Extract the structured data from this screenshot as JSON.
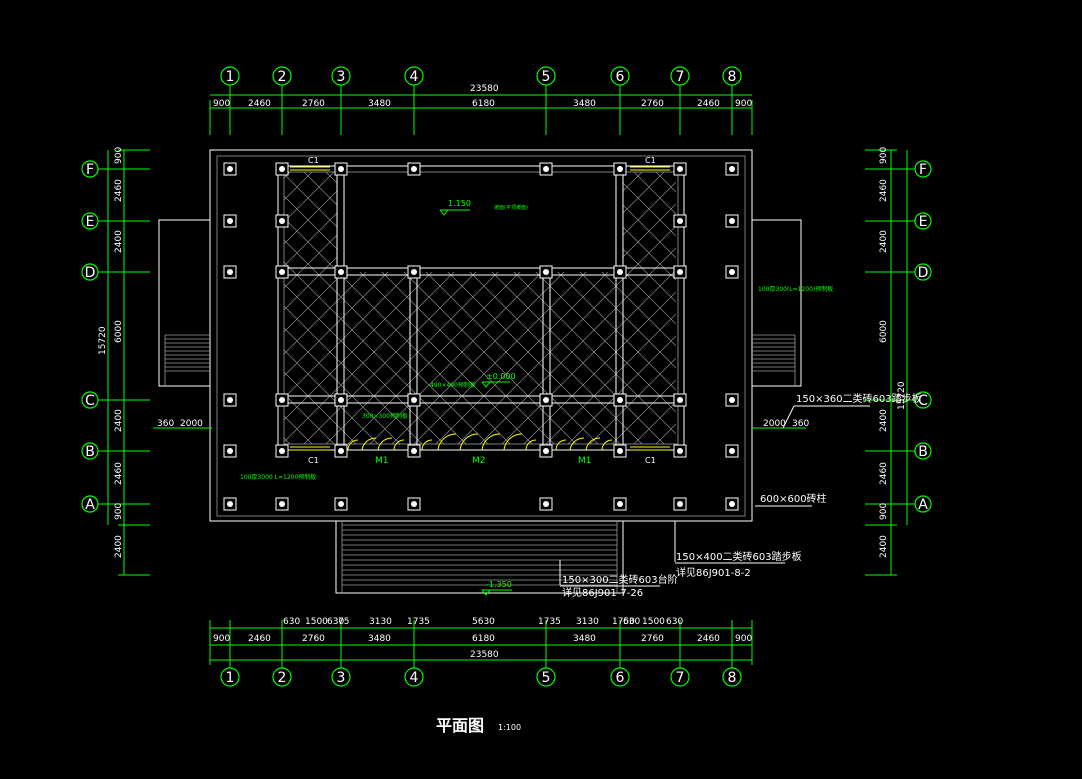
{
  "drawing": {
    "title": "平面图",
    "scale": "1:100"
  },
  "axes": {
    "columns": [
      "1",
      "2",
      "3",
      "4",
      "5",
      "6",
      "7",
      "8"
    ],
    "rows": [
      "F",
      "E",
      "D",
      "C",
      "B",
      "A"
    ]
  },
  "dimensions": {
    "top_overall": "23580",
    "top_segments": [
      "900",
      "2460",
      "2760",
      "3480",
      "6180",
      "3480",
      "2760",
      "2460",
      "900"
    ],
    "bottom_detail": [
      "630",
      "1500",
      "630",
      "75",
      "3130",
      "1735",
      "5630",
      "1735",
      "3130",
      "1750",
      "630",
      "1500",
      "630"
    ],
    "bottom_segments": [
      "900",
      "2460",
      "2760",
      "3480",
      "6180",
      "3480",
      "2760",
      "2460",
      "900"
    ],
    "bottom_overall": "23580",
    "left_segments": [
      "900",
      "2460",
      "2400",
      "6000",
      "2400",
      "2460",
      "900",
      "2400"
    ],
    "left_overall": "15720",
    "right_segments": [
      "900",
      "2460",
      "2400",
      "6000",
      "2400",
      "2460",
      "900",
      "2400"
    ],
    "right_overall": "15720",
    "left_small": [
      "360",
      "2000"
    ],
    "right_small": [
      "2000",
      "360"
    ]
  },
  "labels": {
    "elev_top": "1.150",
    "elev_center": "±0.000",
    "elev_bottom": "-1.350",
    "window": "C1",
    "door_m1": "M1",
    "door_m2": "M2",
    "note_top_center": "坡面(平顶坡面)",
    "note_right_green": "100厚300(L=1200)预制板",
    "note_center_green": "490×490预制板",
    "note_center_green2": "300×300预制板",
    "note_left_green": "100厚3000 L=1200预制板",
    "note_right_150_360": "150×360二类砖603踏步板",
    "note_600": "600×600砖柱",
    "note_150_400": "150×400二类砖603踏步板",
    "ref_150_400": "详见86J901-8-2",
    "note_150_300": "150×300二类砖603台阶",
    "ref_150_300": "详见86J901-7-26"
  }
}
